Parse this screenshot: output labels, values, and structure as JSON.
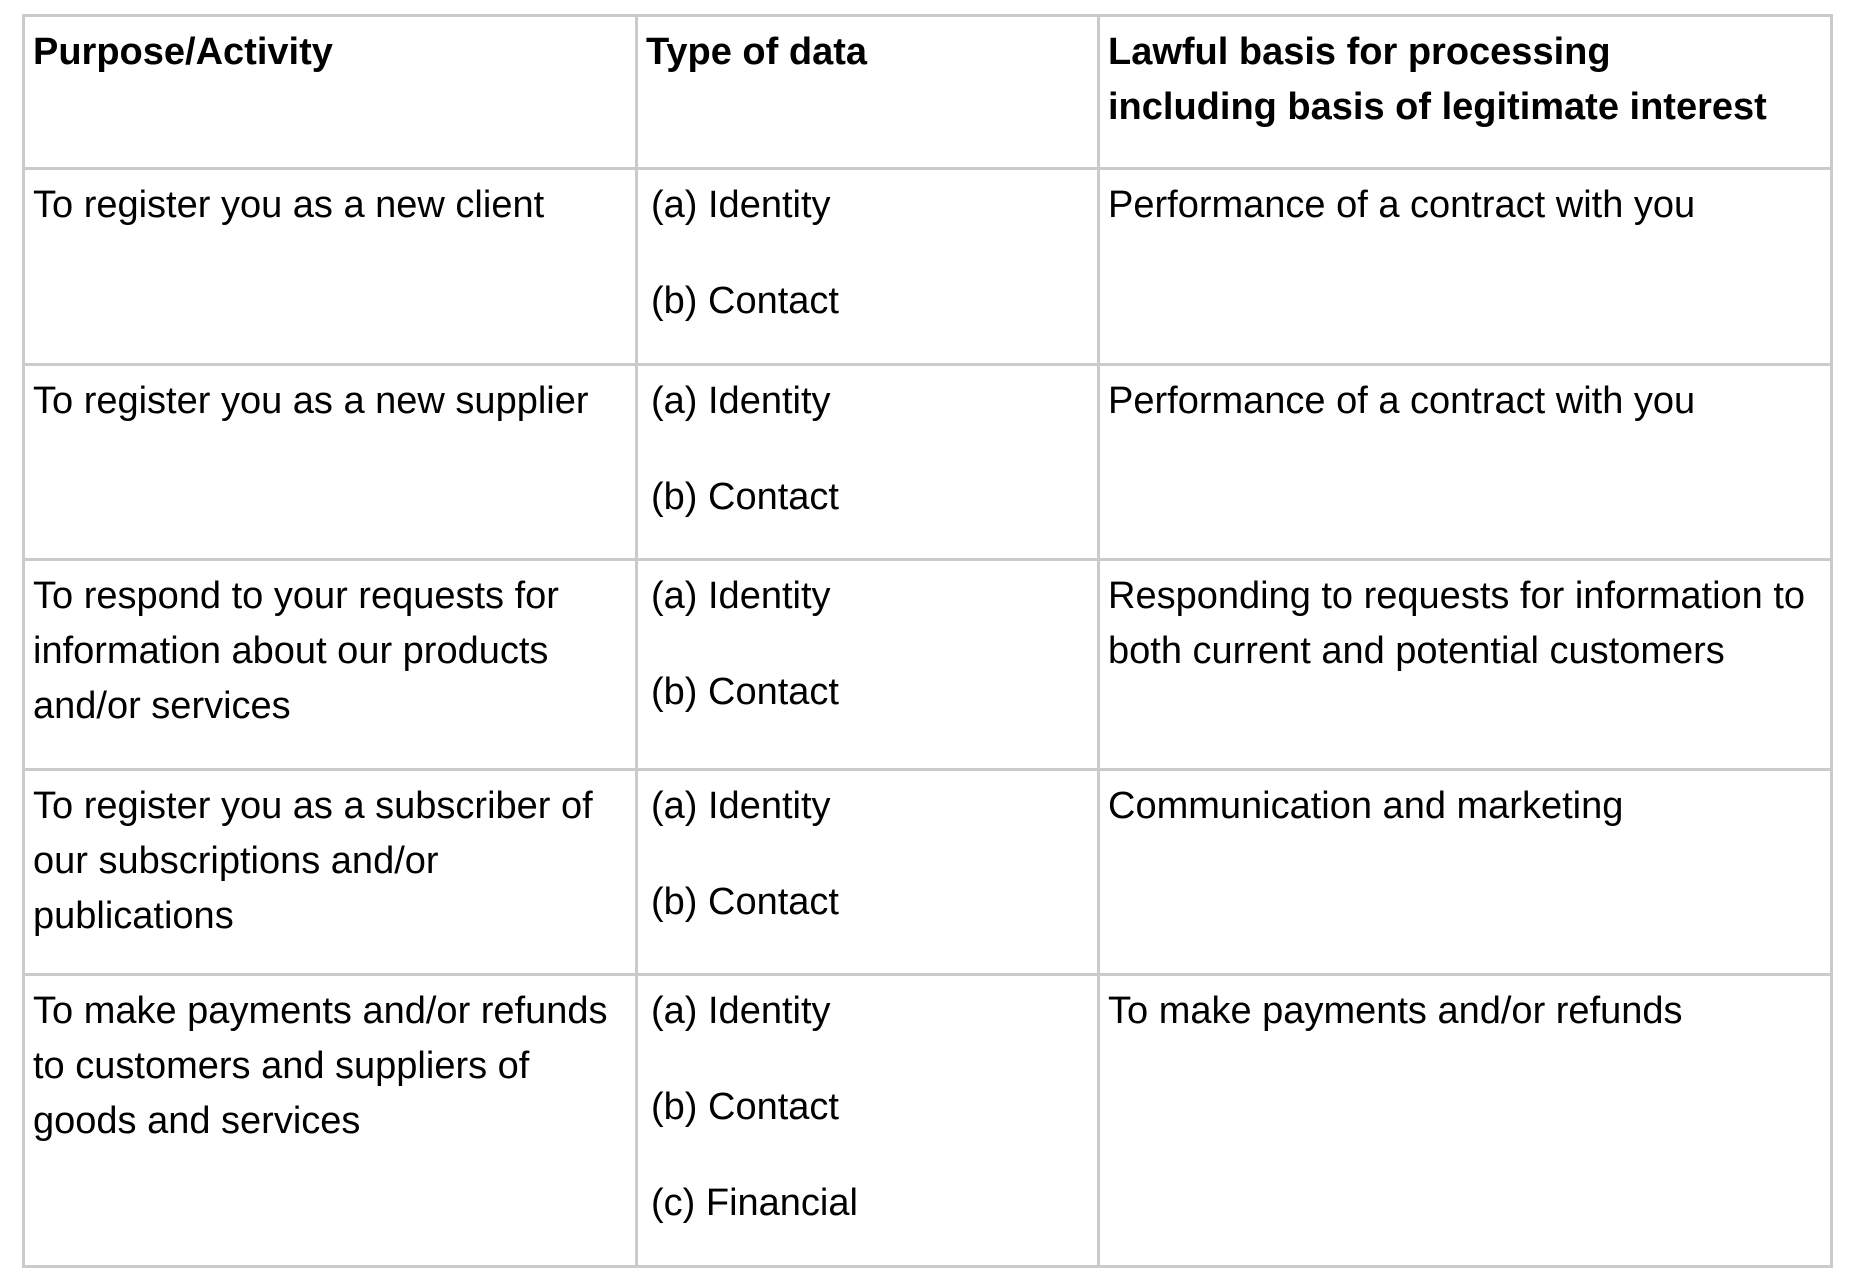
{
  "table": {
    "headers": {
      "purpose": "Purpose/Activity",
      "type_of_data": "Type of data",
      "lawful_basis": "Lawful basis for processing\nincluding basis of legitimate interest"
    },
    "rows": [
      {
        "purpose": "To register you as a new client",
        "types": [
          "(a) Identity",
          "(b) Contact"
        ],
        "lawful_basis": "Performance of a contract with you"
      },
      {
        "purpose": "To register you as a new supplier",
        "types": [
          "(a) Identity",
          "(b) Contact"
        ],
        "lawful_basis": "Performance of a contract with you"
      },
      {
        "purpose": "To respond to your requests for\ninformation about our products\nand/or services",
        "types": [
          "(a) Identity",
          "(b) Contact"
        ],
        "lawful_basis": "Responding to requests for information to\nboth current and potential customers"
      },
      {
        "purpose": "To register you as a subscriber of\nour subscriptions and/or\npublications",
        "types": [
          "(a) Identity",
          "(b) Contact"
        ],
        "lawful_basis": "Communication and marketing"
      },
      {
        "purpose": "To make payments and/or refunds\nto customers and suppliers of\ngoods and services",
        "types": [
          "(a) Identity",
          "(b) Contact",
          "(c) Financial"
        ],
        "lawful_basis": "To make payments and/or refunds"
      }
    ],
    "colors": {
      "border": "#cbcbcb",
      "text": "#000000",
      "background": "#ffffff"
    }
  }
}
